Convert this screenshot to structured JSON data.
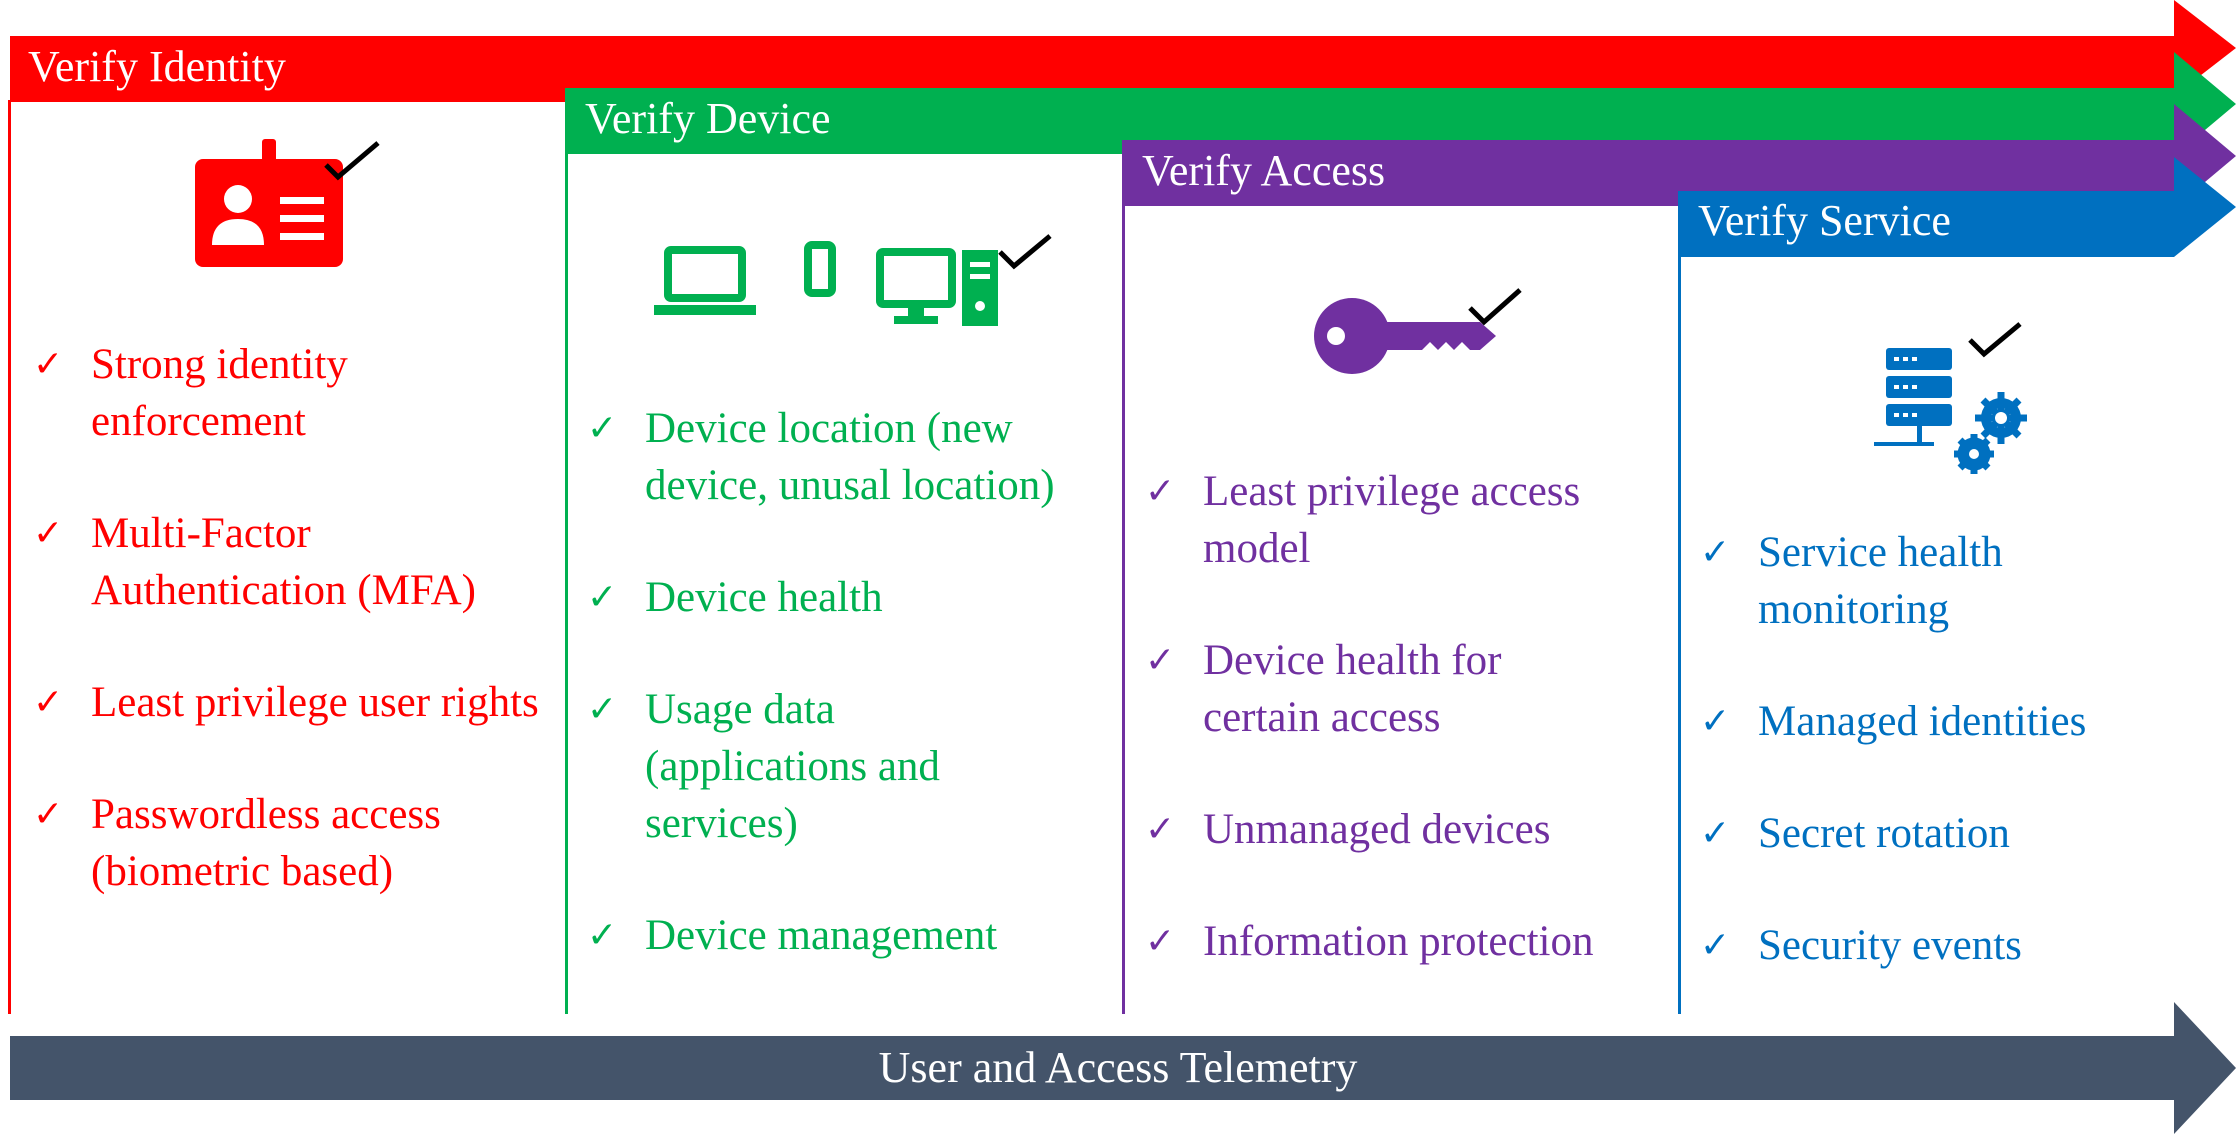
{
  "colors": {
    "identity": "#ff0000",
    "device": "#00b050",
    "access": "#7030a0",
    "service": "#0070c0",
    "telemetry": "#44546a"
  },
  "columns": [
    {
      "key": "identity",
      "title": "Verify Identity",
      "icon": "id-badge-check-icon",
      "items": [
        "Strong identity enforcement",
        "Multi-Factor Authentication (MFA)",
        "Least privilege user rights",
        "Passwordless access (biometric based)"
      ]
    },
    {
      "key": "device",
      "title": "Verify Device",
      "icon": "devices-check-icon",
      "items": [
        "Device location (new device, unusal location)",
        "Device health",
        "Usage data (applications and services)",
        "Device management"
      ]
    },
    {
      "key": "access",
      "title": "Verify Access",
      "icon": "key-check-icon",
      "items": [
        "Least privilege access model",
        "Device health for certain access",
        "Unmanaged devices",
        "Information protection"
      ]
    },
    {
      "key": "service",
      "title": "Verify Service",
      "icon": "server-gear-check-icon",
      "items": [
        "Service health monitoring",
        "Managed identities",
        "Secret rotation",
        "Security events"
      ]
    }
  ],
  "telemetry": {
    "label": "User and Access Telemetry"
  },
  "check_glyph": "✓"
}
